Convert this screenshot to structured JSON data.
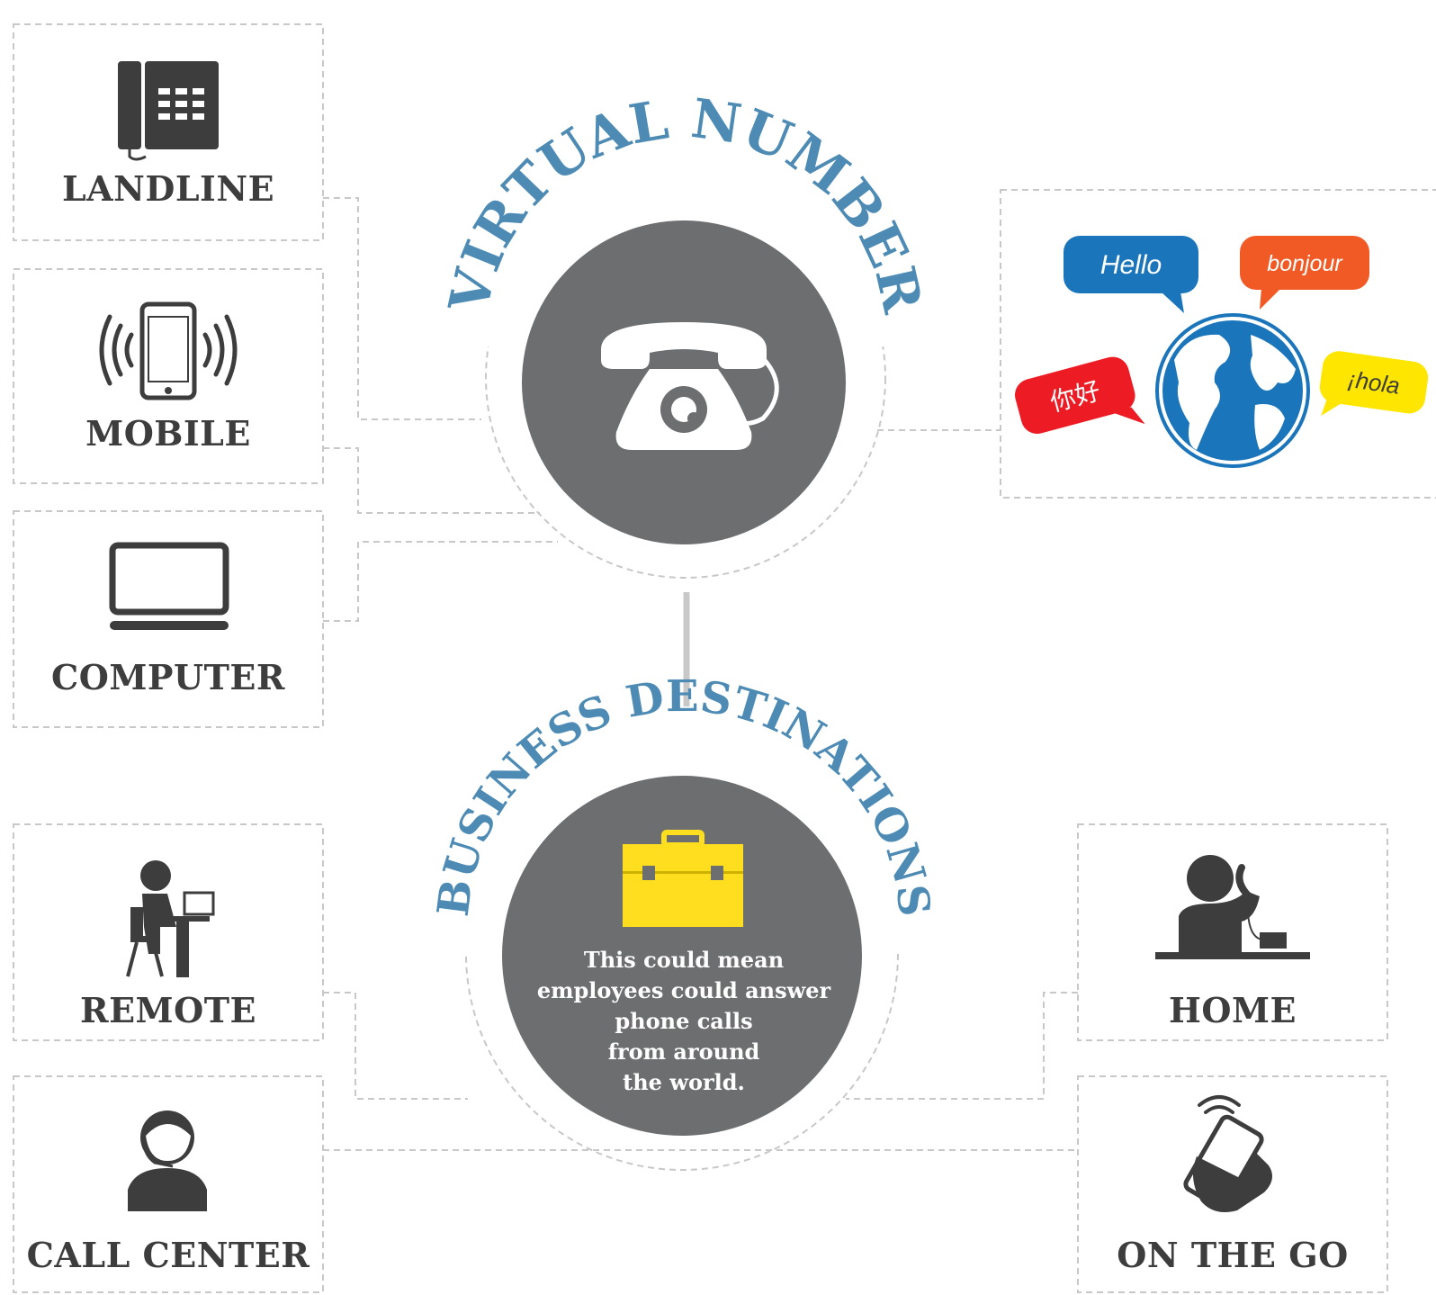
{
  "top_title": "VIRTUAL NUMBER",
  "bottom_title": "BUSINESS DESTINATIONS",
  "devices": [
    {
      "label": "LANDLINE",
      "icon": "desk-phone-icon"
    },
    {
      "label": "MOBILE",
      "icon": "smartphone-vibrating-icon"
    },
    {
      "label": "COMPUTER",
      "icon": "laptop-icon"
    }
  ],
  "destinations": [
    {
      "label": "REMOTE",
      "icon": "person-at-laptop-icon"
    },
    {
      "label": "CALL CENTER",
      "icon": "headset-agent-icon"
    },
    {
      "label": "HOME",
      "icon": "person-on-phone-at-desk-icon"
    },
    {
      "label": "ON THE GO",
      "icon": "hand-holding-phone-icon"
    }
  ],
  "bubbles": [
    {
      "text": "Hello",
      "color": "#1b75bb"
    },
    {
      "text": "bonjour",
      "color": "#f15a24"
    },
    {
      "text": "你好",
      "color": "#ed1c24"
    },
    {
      "text": "¡hola",
      "color": "#ffe600"
    }
  ],
  "center_text_lines": [
    "This could mean",
    "employees could answer",
    "phone calls",
    "from around",
    "the world."
  ],
  "colors": {
    "circle": "#6d6e70",
    "title": "#4d8bb5",
    "icon": "#3d3d3d",
    "globe": "#1b75bb",
    "briefcase": "#ffdd1f",
    "dashed": "#c8c8c8"
  }
}
